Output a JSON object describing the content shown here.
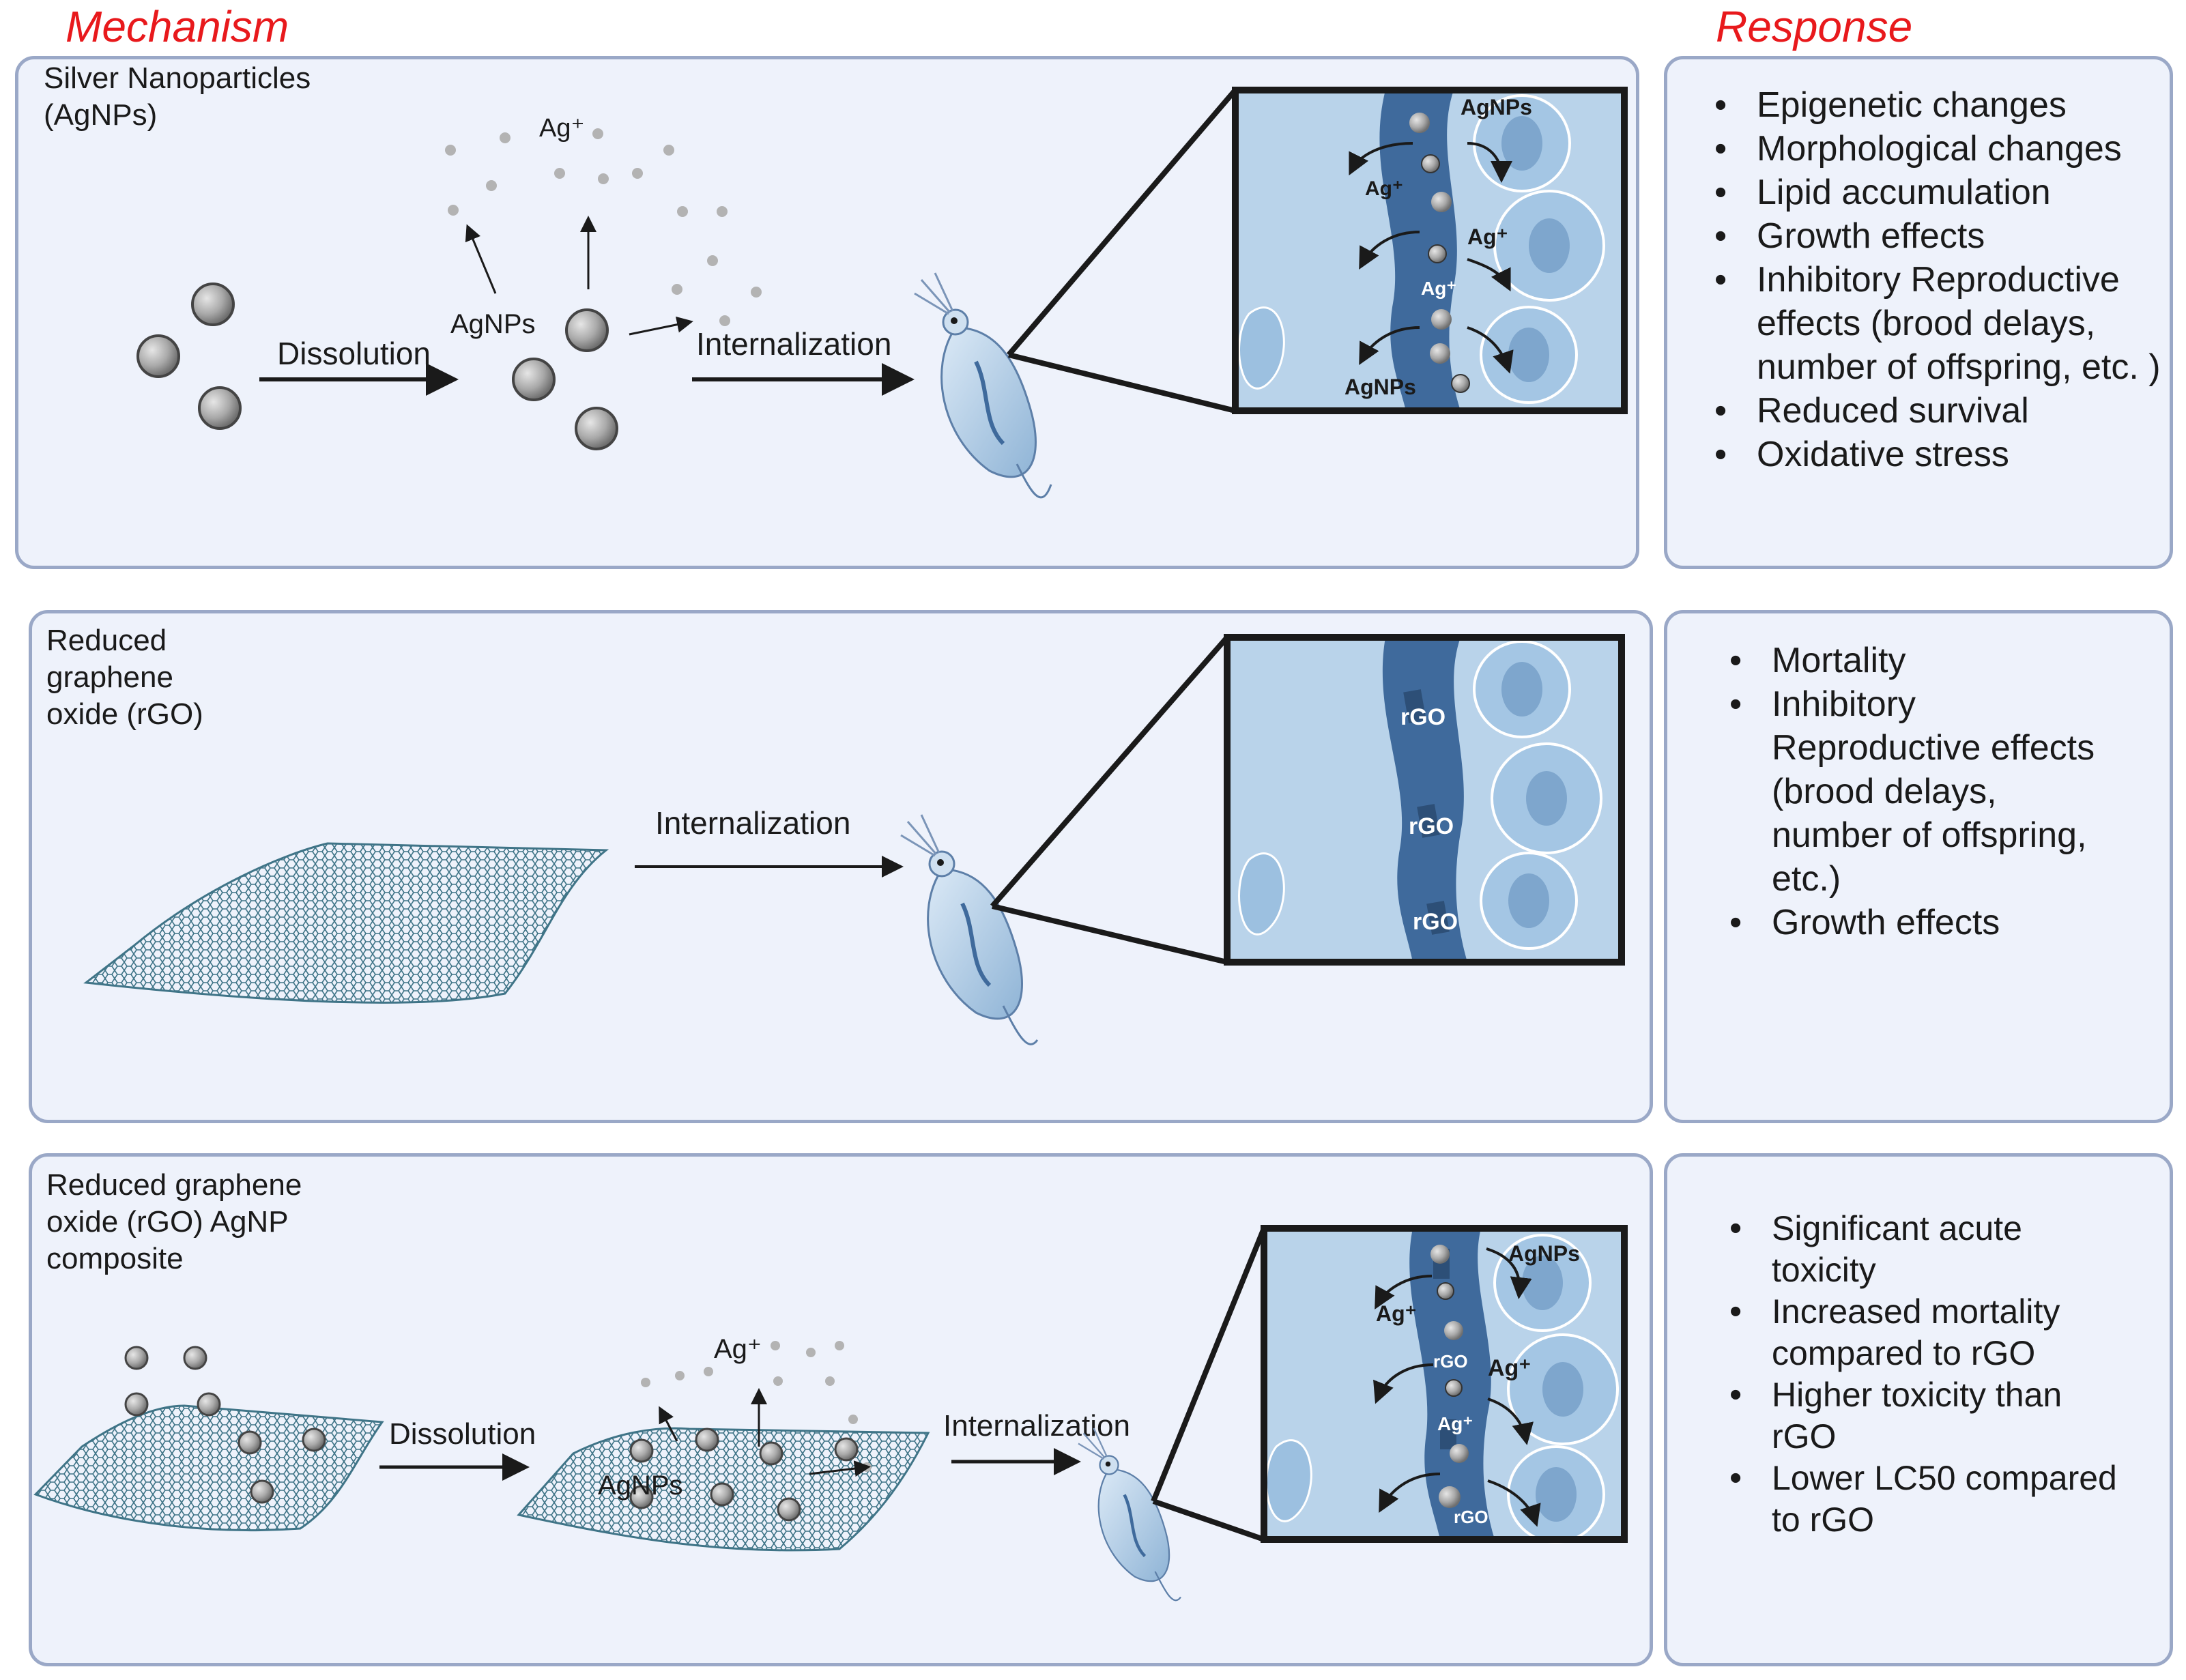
{
  "headers": {
    "mechanism": "Mechanism",
    "response": "Response"
  },
  "colors": {
    "header": "#e8191c",
    "panel_border": "#9aa8c7",
    "panel_bg": "#eef2fb",
    "gut": "#3f6a9c",
    "tissue": "#b9d3ea",
    "sheet": "#5d8ea0"
  },
  "panel1": {
    "title": "Silver Nanoparticles\n(AgNPs)",
    "ag_ion": "Ag⁺",
    "dissolution": "Dissolution",
    "agnps": "AgNPs",
    "internalization": "Internalization",
    "zoom": {
      "agnps_top": "AgNPs",
      "ag_left": "Ag⁺",
      "ag_right": "Ag⁺",
      "ag_mid": "Ag⁺",
      "agnps_bottom": "AgNPs"
    },
    "responses": [
      "Epigenetic changes",
      "Morphological changes",
      "Lipid accumulation",
      "Growth effects",
      "Inhibitory Reproductive effects (brood delays, number of offspring, etc. )",
      "Reduced survival",
      "Oxidative stress"
    ]
  },
  "panel2": {
    "title": "Reduced\ngraphene\noxide (rGO)",
    "internalization": "Internalization",
    "zoom": {
      "rgo1": "rGO",
      "rgo2": "rGO",
      "rgo3": "rGO"
    },
    "responses": [
      "Mortality",
      "Inhibitory Reproductive effects (brood delays, number of offspring, etc.)",
      "Growth effects"
    ]
  },
  "panel3": {
    "title": "Reduced graphene\noxide (rGO) AgNP\ncomposite",
    "dissolution": "Dissolution",
    "ag_ion": "Ag⁺",
    "agnps": "AgNPs",
    "internalization": "Internalization",
    "zoom": {
      "agnps": "AgNPs",
      "ag_left": "Ag⁺",
      "rgo1": "rGO",
      "ag_right": "Ag⁺",
      "ag_mid": "Ag⁺",
      "rgo2": "rGO"
    },
    "responses": [
      "Significant acute toxicity",
      "Increased mortality compared to rGO",
      "Higher toxicity than rGO",
      "Lower LC50 compared to rGO"
    ]
  }
}
